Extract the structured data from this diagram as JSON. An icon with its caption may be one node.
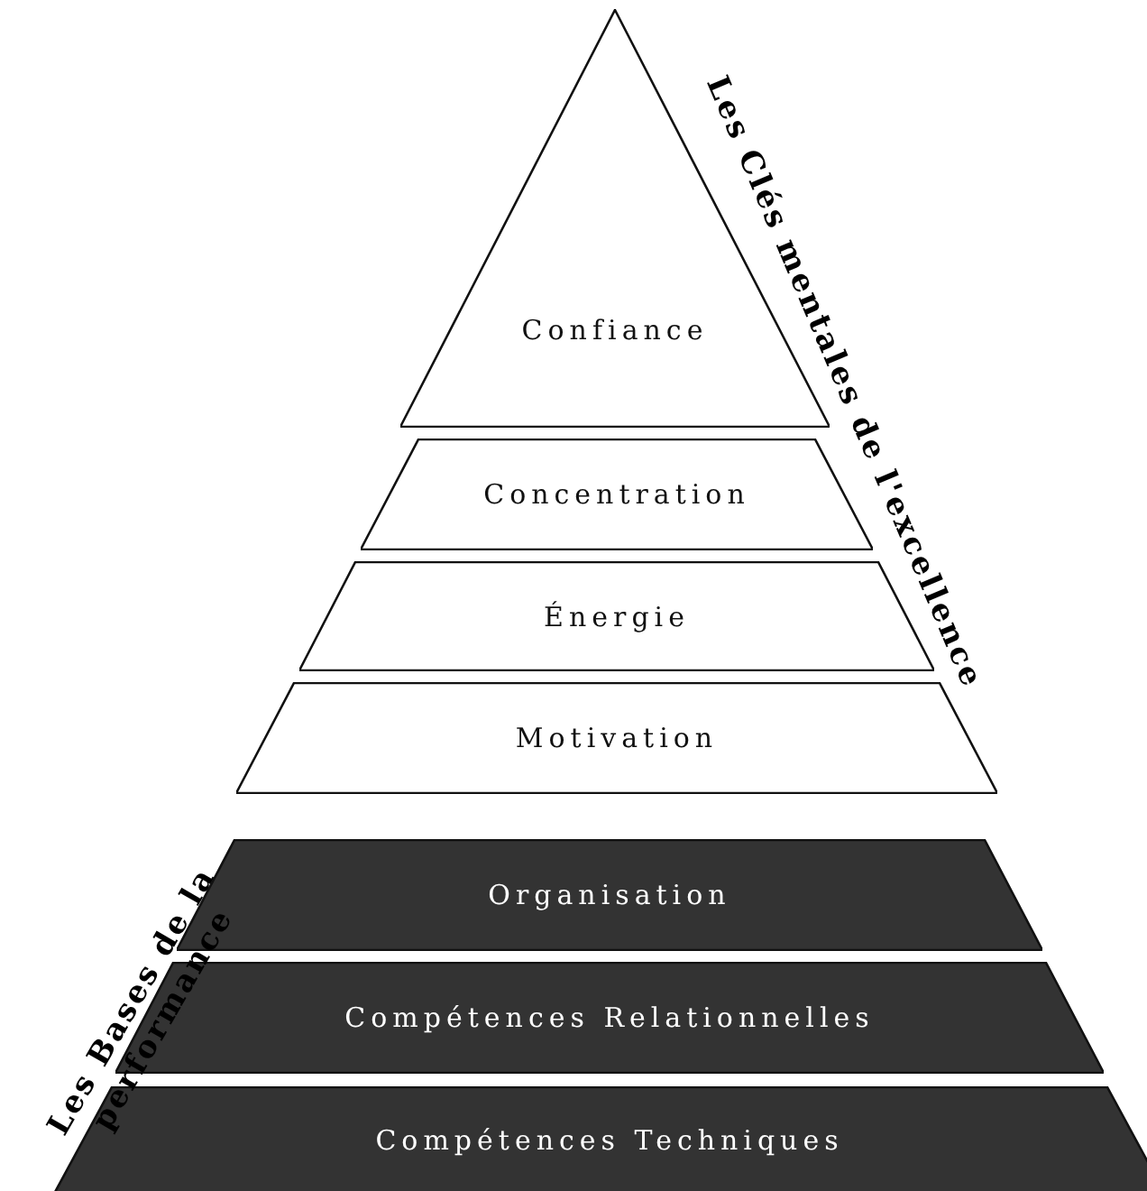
{
  "diagram": {
    "nodes": [
      {
        "text": [
          "Confiance"
        ]
      },
      {
        "text": [
          "Concentration"
        ]
      },
      {
        "text": [
          "Énergie"
        ]
      },
      {
        "text": [
          "Motivation"
        ]
      },
      {
        "text": [
          "Organisation"
        ]
      },
      {
        "text": [
          "Compétences Relationnelles"
        ]
      },
      {
        "text": [
          "Compétences Techniques"
        ]
      }
    ],
    "labels": [
      "Les Clés mentales de l'excellence",
      "Les Bases de la performance"
    ]
  }
}
